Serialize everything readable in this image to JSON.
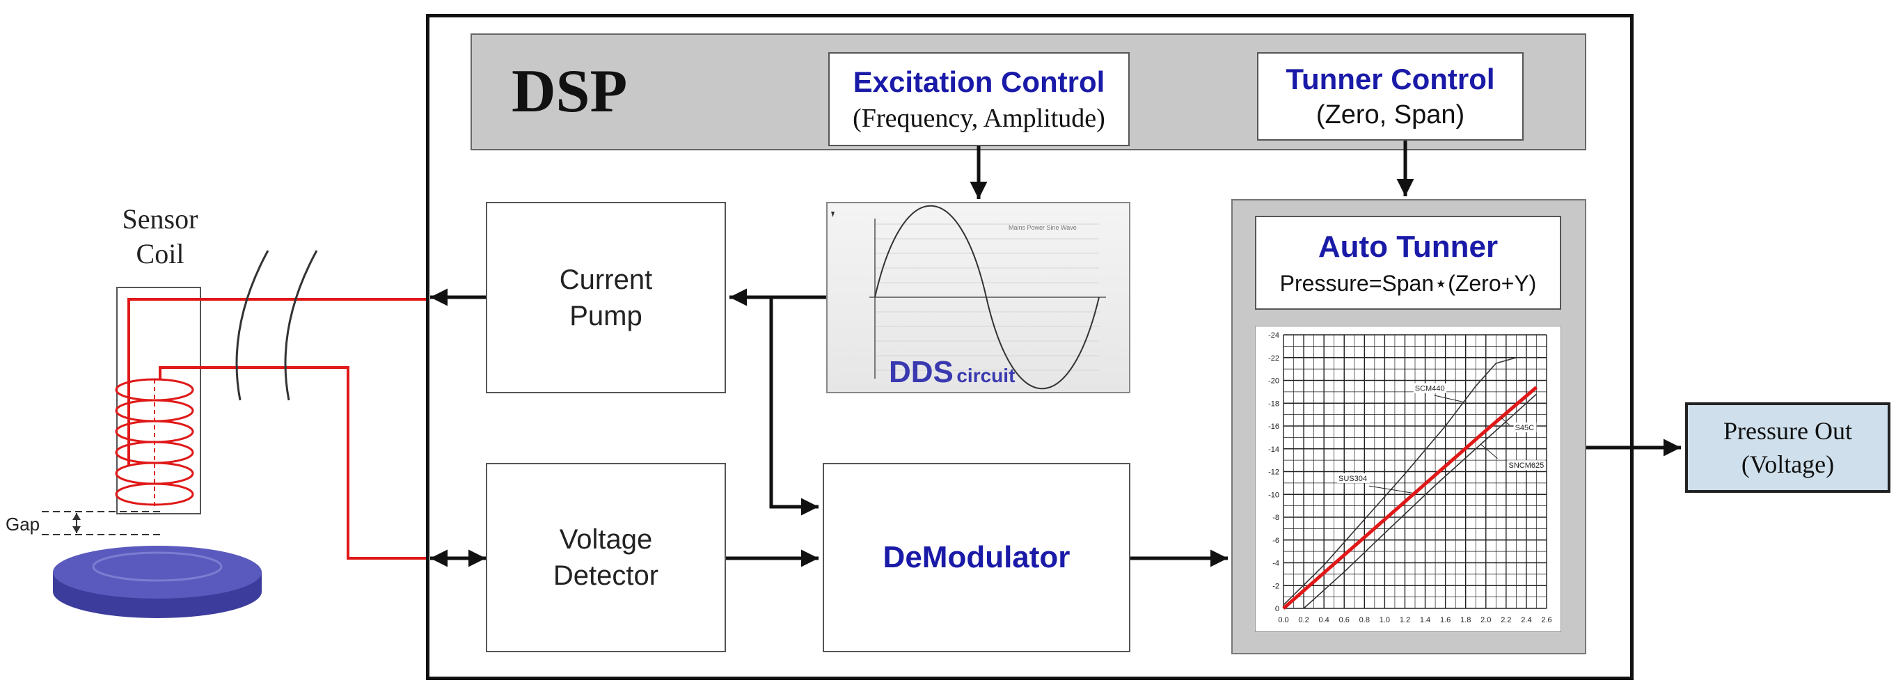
{
  "sensor": {
    "title_line1": "Sensor",
    "title_line2": "Coil",
    "gap_label": "Gap"
  },
  "dsp": {
    "title": "DSP",
    "excitation": {
      "title": "Excitation Control",
      "subtitle": "(Frequency, Amplitude)"
    },
    "tuner": {
      "title": "Tunner Control",
      "subtitle": "(Zero, Span)"
    }
  },
  "blocks": {
    "current_pump": {
      "line1": "Current",
      "line2": "Pump"
    },
    "voltage_detector": {
      "line1": "Voltage",
      "line2": "Detector"
    },
    "demodulator": "DeModulator",
    "dds": {
      "title": "DDS",
      "suffix": "circuit",
      "wave_label": "Mains Power Sine Wave"
    },
    "auto_tunner": {
      "title": "Auto Tunner",
      "formula": "Pressure=Span⋆(Zero+Y)"
    }
  },
  "output": {
    "line1": "Pressure Out",
    "line2": "(Voltage)"
  },
  "colors": {
    "wire": "#e01818",
    "gray_panel": "#c8c8c8",
    "title_blue": "#1a1aa8",
    "output_fill": "#cfe0ec",
    "disk": "#5050b4"
  },
  "chart_data": {
    "type": "line",
    "x_ticks": [
      "0.0",
      "0.2",
      "0.4",
      "0.6",
      "0.8",
      "1.0",
      "1.2",
      "1.4",
      "1.6",
      "1.8",
      "2.0",
      "2.2",
      "2.4",
      "2.6"
    ],
    "y_ticks": [
      "0",
      "-2",
      "-4",
      "-6",
      "-8",
      "-10",
      "-12",
      "-14",
      "-16",
      "-18",
      "-20",
      "-22",
      "-24"
    ],
    "xlim": [
      0,
      2.6
    ],
    "ylim": [
      0,
      -24
    ],
    "grid": true,
    "series": [
      {
        "name": "SCM440",
        "color": "#333333",
        "x": [
          0.0,
          0.4,
          0.8,
          1.2,
          1.6,
          1.9,
          2.1,
          2.3,
          2.5
        ],
        "y": [
          -0.3,
          -3.8,
          -7.8,
          -11.8,
          -16.0,
          -19.5,
          -21.5,
          -22.0,
          -22.0
        ]
      },
      {
        "name": "SUS304",
        "color": "#333333",
        "x": [
          0.0,
          0.5,
          1.0,
          1.5,
          2.0,
          2.4
        ],
        "y": [
          0.0,
          -3.8,
          -7.8,
          -11.6,
          -15.5,
          -18.5
        ]
      },
      {
        "name": "S45C",
        "color": "#e01818",
        "x": [
          0.0,
          0.5,
          1.0,
          1.5,
          2.0,
          2.5
        ],
        "y": [
          0.0,
          -3.9,
          -7.8,
          -11.7,
          -15.6,
          -19.4
        ]
      },
      {
        "name": "SNCM625",
        "color": "#333333",
        "x": [
          0.2,
          0.6,
          1.0,
          1.5,
          2.0,
          2.5
        ],
        "y": [
          0.0,
          -3.2,
          -6.6,
          -10.8,
          -14.8,
          -18.8
        ]
      }
    ]
  }
}
